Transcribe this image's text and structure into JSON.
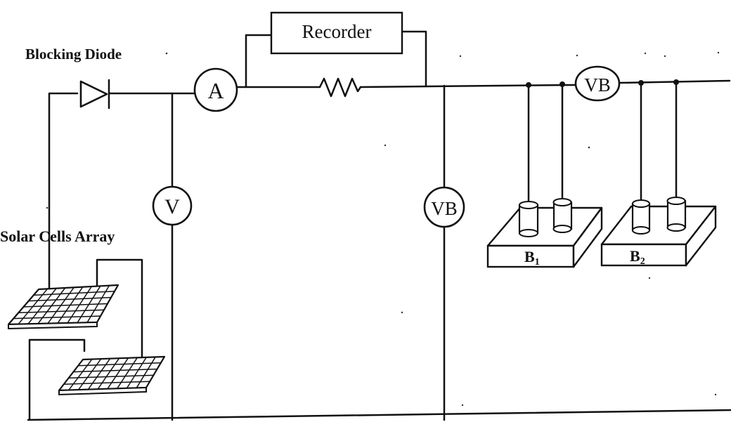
{
  "labels": {
    "blocking_diode": "Blocking Diode",
    "recorder": "Recorder",
    "solar_cells_array": "Solar Cells Array",
    "ammeter": "A",
    "voltmeter": "V",
    "battery_voltmeter": "VB",
    "battery_voltmeter_2": "VB",
    "battery_1": "B",
    "battery_1_sub": "1",
    "battery_2": "B",
    "battery_2_sub": "2"
  }
}
